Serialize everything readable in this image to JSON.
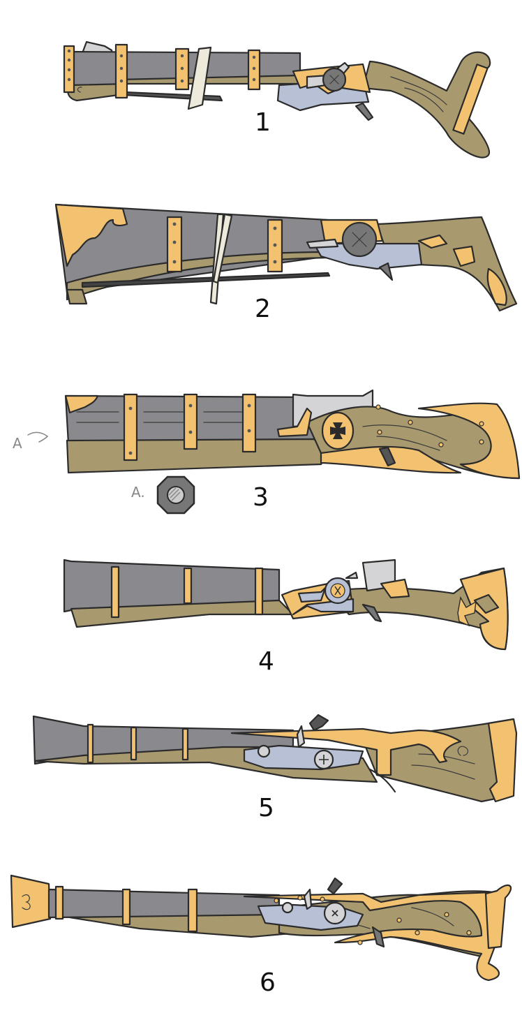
{
  "sheet": {
    "colors": {
      "barrel": "#8a8a8e",
      "wood": "#a8996f",
      "brass": "#f2c270",
      "steel_lock": "#b8c0d6",
      "light_metal": "#d4d4d6",
      "outline": "#2b2b2b",
      "background": "#ffffff"
    },
    "designs": [
      {
        "label": "1",
        "description": "musket with scroll stock, ramrod and cloth strap"
      },
      {
        "label": "2",
        "description": "flared musket with ornate brass inlays and ramrod"
      },
      {
        "label": "3",
        "description": "octagonal barrel musket with cross medallion"
      },
      {
        "label": "4",
        "description": "bell-mouth musket with cross inlay on stock"
      },
      {
        "label": "5",
        "description": "flintlock musket with brass scroll furniture"
      },
      {
        "label": "6",
        "description": "flintlock musket with flared brass muzzle"
      }
    ],
    "annotations": {
      "arrow_label": "A",
      "detail_label": "A.",
      "detail_description": "octagonal barrel cross-section"
    }
  }
}
